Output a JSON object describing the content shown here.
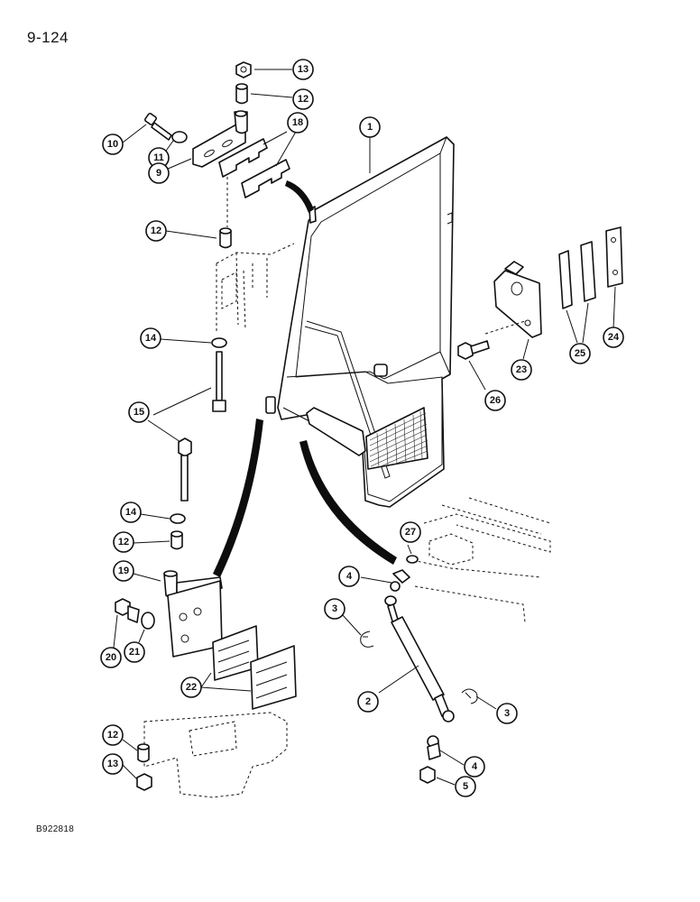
{
  "page": {
    "number": "9-124",
    "figure_code": "B922818"
  },
  "callouts": [
    {
      "id": "c13a",
      "label": "13"
    },
    {
      "id": "c12a",
      "label": "12"
    },
    {
      "id": "c10",
      "label": "10"
    },
    {
      "id": "c11",
      "label": "11"
    },
    {
      "id": "c9",
      "label": "9"
    },
    {
      "id": "c18",
      "label": "18"
    },
    {
      "id": "c1",
      "label": "1"
    },
    {
      "id": "c12b",
      "label": "12"
    },
    {
      "id": "c14a",
      "label": "14"
    },
    {
      "id": "c15",
      "label": "15"
    },
    {
      "id": "c14b",
      "label": "14"
    },
    {
      "id": "c12c",
      "label": "12"
    },
    {
      "id": "c19",
      "label": "19"
    },
    {
      "id": "c20",
      "label": "20"
    },
    {
      "id": "c21",
      "label": "21"
    },
    {
      "id": "c22",
      "label": "22"
    },
    {
      "id": "c12d",
      "label": "12"
    },
    {
      "id": "c13b",
      "label": "13"
    },
    {
      "id": "c23",
      "label": "23"
    },
    {
      "id": "c24",
      "label": "24"
    },
    {
      "id": "c25",
      "label": "25"
    },
    {
      "id": "c26",
      "label": "26"
    },
    {
      "id": "c27",
      "label": "27"
    },
    {
      "id": "c4a",
      "label": "4"
    },
    {
      "id": "c3a",
      "label": "3"
    },
    {
      "id": "c2",
      "label": "2"
    },
    {
      "id": "c3b",
      "label": "3"
    },
    {
      "id": "c4b",
      "label": "4"
    },
    {
      "id": "c5",
      "label": "5"
    }
  ]
}
